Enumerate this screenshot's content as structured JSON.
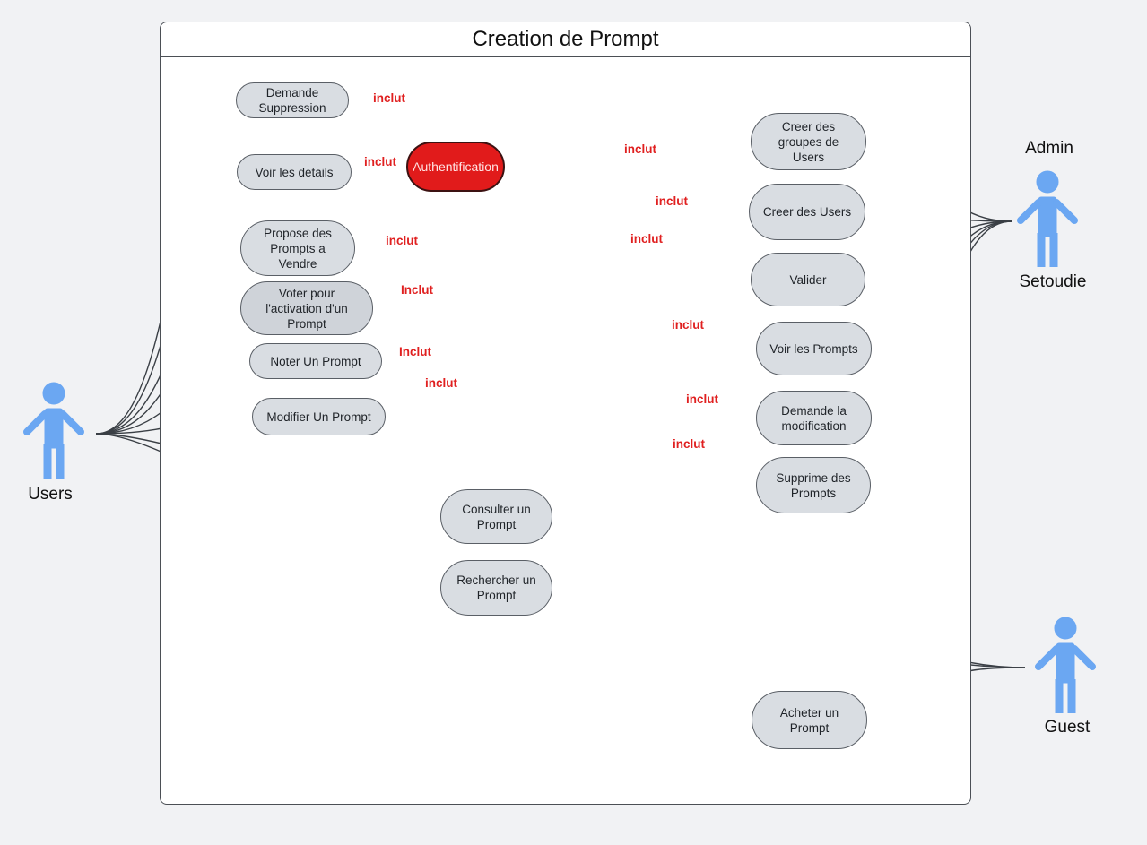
{
  "diagram": {
    "title": "Creation de Prompt",
    "colors": {
      "actor": "#6ba7f2",
      "include": "#e02020",
      "association": "#3a3f45"
    },
    "actors": [
      {
        "id": "users",
        "name": "Users",
        "icon": "person-icon"
      },
      {
        "id": "admin",
        "role": "Admin",
        "name": "Setoudie",
        "icon": "person-icon"
      },
      {
        "id": "guest",
        "name": "Guest",
        "icon": "person-icon"
      }
    ],
    "use_cases": {
      "demande_suppression": "Demande\nSuppression",
      "voir_details": "Voir les details",
      "proposer": "Propose des\nPrompts a\nVendre",
      "voter": "Voter pour\nl'activation d'un\nPrompt",
      "noter": "Noter Un Prompt",
      "modifier": "Modifier Un Prompt",
      "auth": "Authentification",
      "creer_groupes": "Creer des\ngroupes de\nUsers",
      "creer_users": "Creer des Users",
      "valider": "Valider",
      "voir_prompts": "Voir les Prompts",
      "demande_modif": "Demande la\nmodification",
      "supprime": "Supprime des\nPrompts",
      "consulter": "Consulter un\nPrompt",
      "rechercher": "Rechercher un\nPrompt",
      "acheter": "Acheter un\nPrompt"
    },
    "include_labels": {
      "l1": "inclut",
      "l2": "inclut",
      "l3": "inclut",
      "l4": "Inclut",
      "l5": "Inclut",
      "l6": "inclut",
      "r1": "inclut",
      "r2": "inclut",
      "r3": "inclut",
      "r4": "inclut",
      "r5": "inclut",
      "r6": "inclut"
    }
  }
}
